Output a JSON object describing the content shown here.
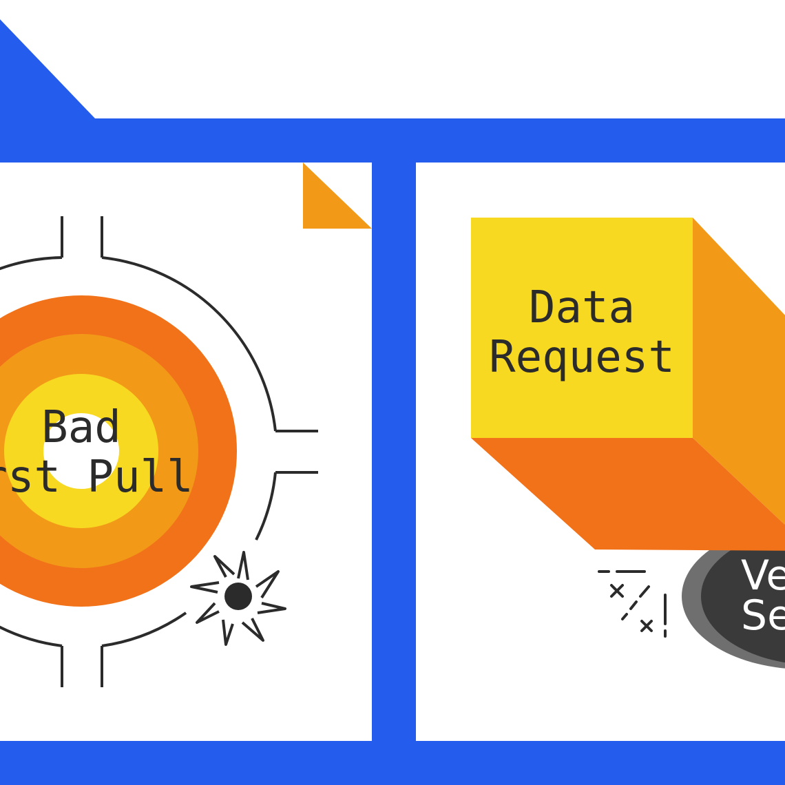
{
  "panels": {
    "left": {
      "label_line1": "Bad",
      "label_line2": "First Pull"
    },
    "right": {
      "box_line1": "Data",
      "box_line2": "Request",
      "disc_line1": "Vendor",
      "disc_line2": "Service"
    }
  },
  "colors": {
    "frame_blue": "#245CED",
    "yellow": "#F8D922",
    "amber": "#F29A18",
    "orange": "#F2721A",
    "ink": "#2b2b2b",
    "dark_disc": "#3a3a3a",
    "disc_shadow": "#6f6f6f"
  },
  "icons": {
    "target": "crosshair-target-icon",
    "burst": "burst-icon",
    "error_marks": "error-marks-icon"
  }
}
